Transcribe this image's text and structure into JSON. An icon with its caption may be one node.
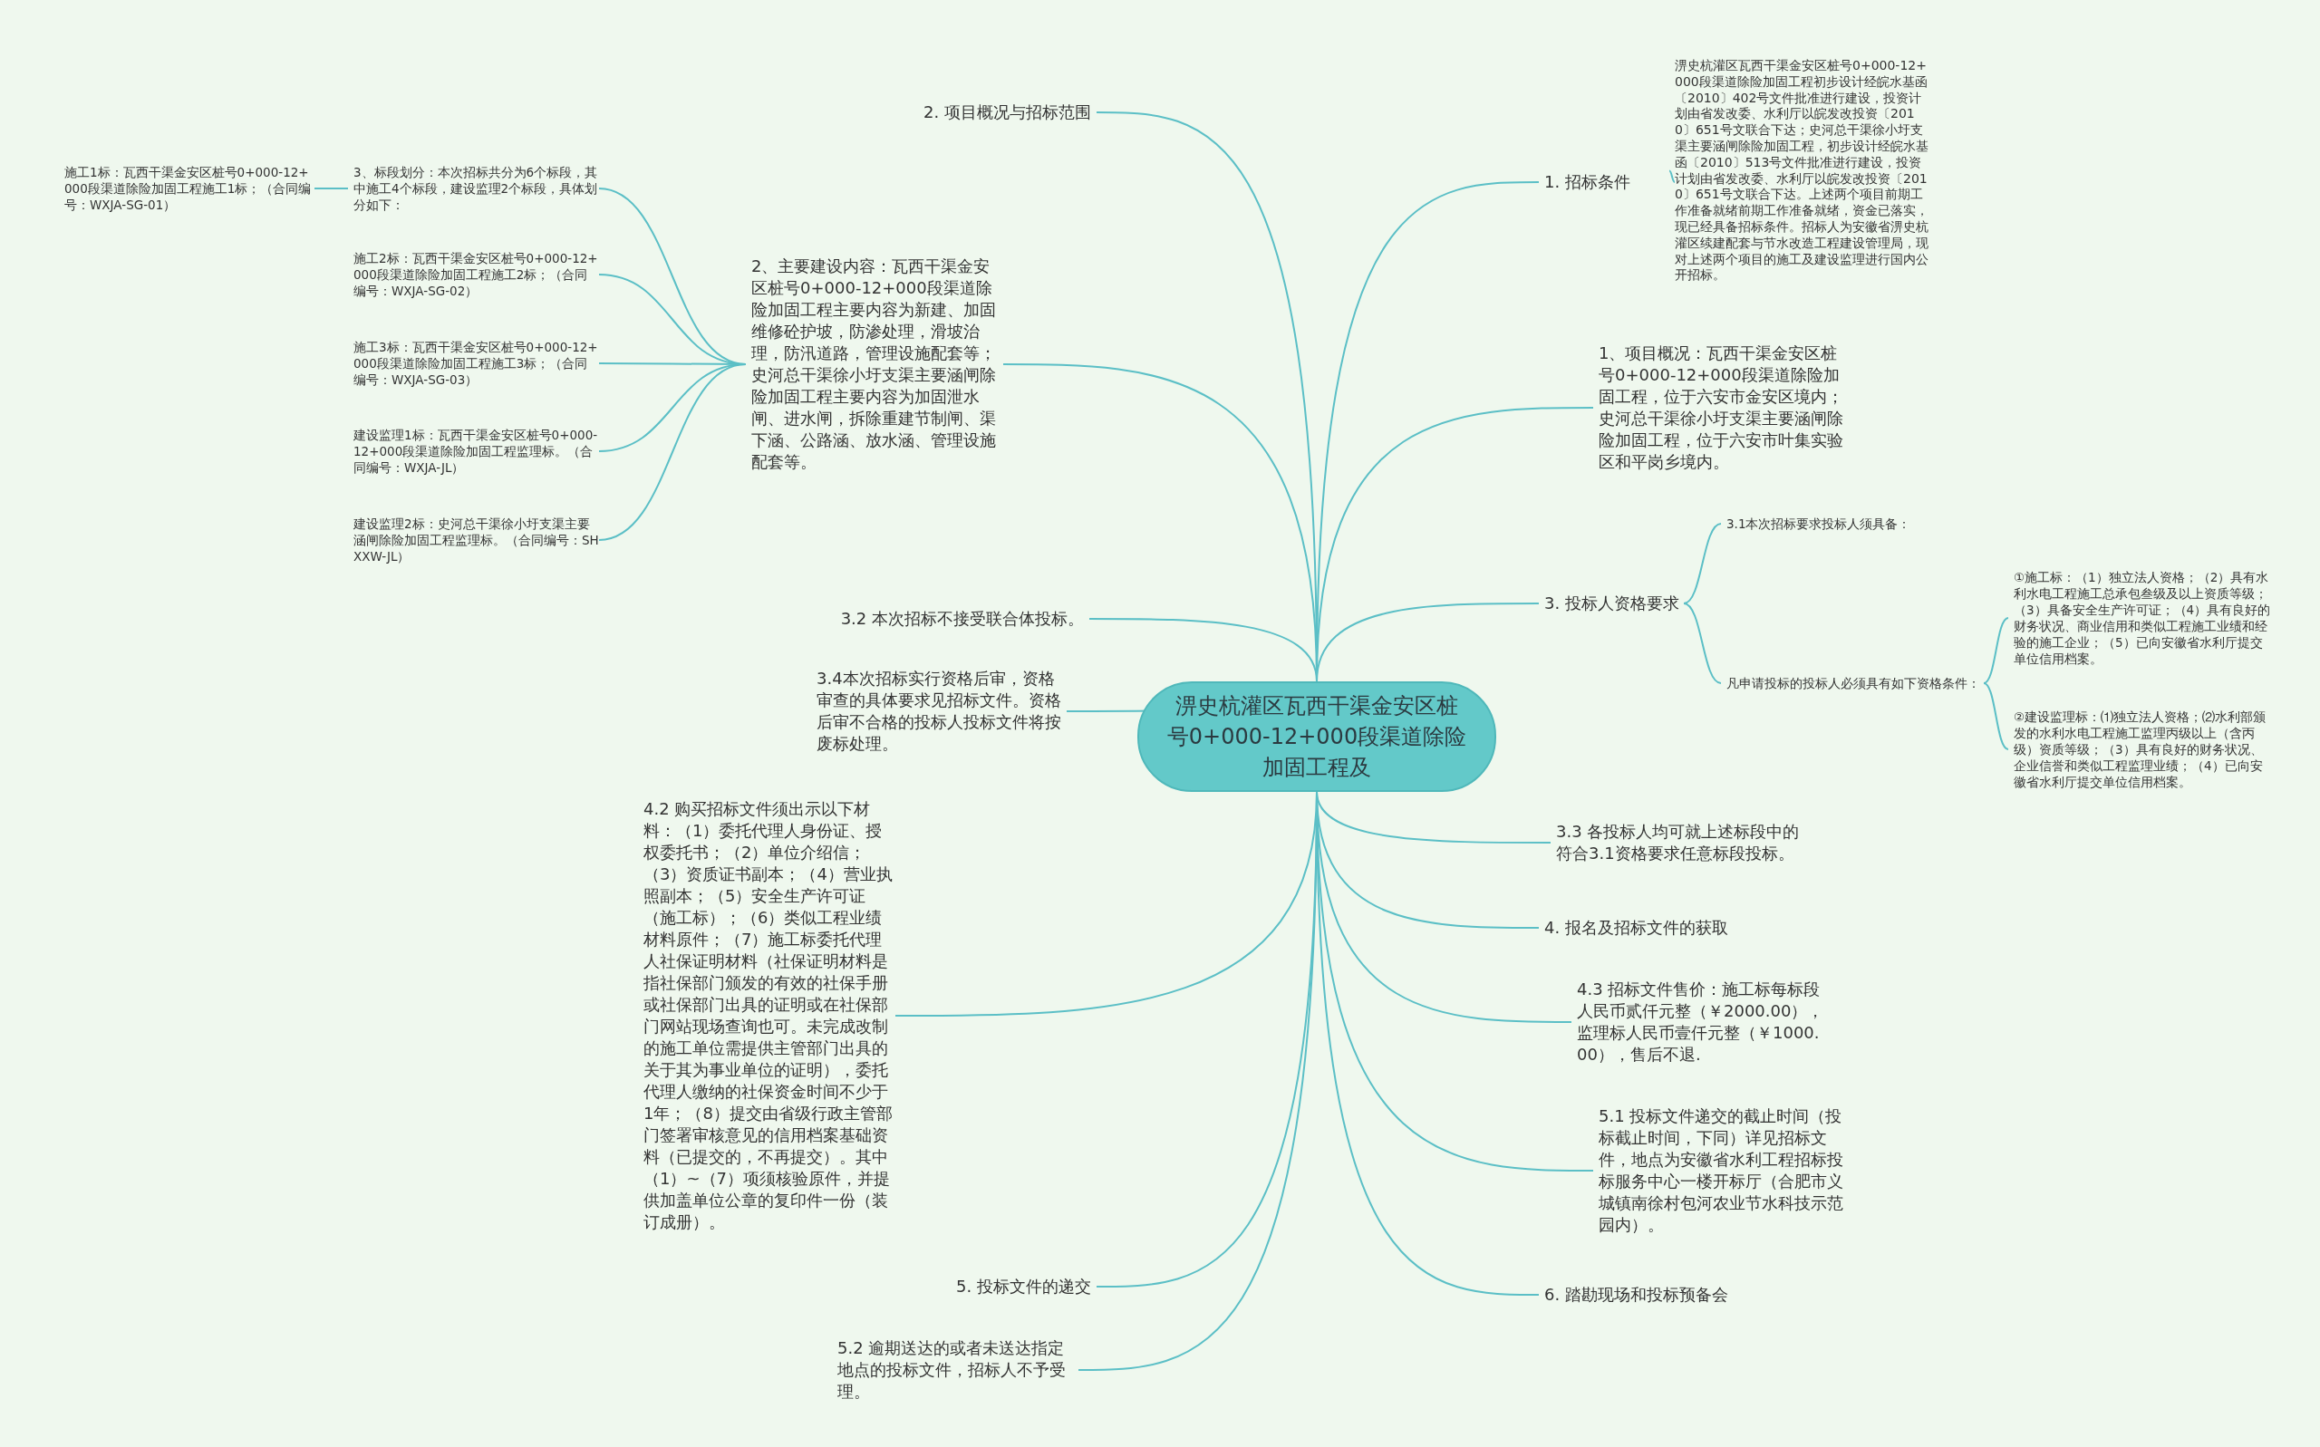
{
  "diagram": {
    "nodes": [
      {
        "text": [
          "淠史杭灌区瓦西干渠金安区桩号0+000-12+000段渠道除险加固工程及"
        ]
      },
      {
        "text": [
          "1. 招标条件"
        ]
      },
      {
        "text": [
          "淠史杭灌区瓦西干渠金安区桩号0+000-12+000段渠道除险加固工程初步设计经皖水基函〔2010〕402号文件批准进行建设，投资计划由省发改委、水利厅以皖发改投资〔2010〕651号文联合下达；史河总干渠徐小圩支渠主要涵闸除险加固工程，初步设计经皖水基函〔2010〕513号文件批准进行建设，投资计划由省发改委、水利厅以皖发改投资〔2010〕651号文联合下达。上述两个项目前期工作准备就绪前期工作准备就绪，资金已落实，现已经具备招标条件。招标人为安徽省淠史杭灌区续建配套与节水改造工程建设管理局，现对上述两个项目的施工及建设监理进行国内公开招标。"
        ]
      },
      {
        "text": [
          "1、项目概况：瓦西干渠金安区桩号0+000-12+000段渠道除险加固工程，位于六安市金安区境内；史河总干渠徐小圩支渠主要涵闸除险加固工程，位于六安市叶集实验区和平岗乡境内。"
        ]
      },
      {
        "text": [
          "3. 投标人资格要求"
        ]
      },
      {
        "text": [
          "3.1本次招标要求投标人须具备："
        ]
      },
      {
        "text": [
          "凡申请投标的投标人必须具有如下资格条件："
        ]
      },
      {
        "text": [
          "①施工标：（1）独立法人资格；（2）具有水利水电工程施工总承包叁级及以上资质等级；（3）具备安全生产许可证；（4）具有良好的财务状况、商业信用和类似工程施工业绩和经验的施工企业；（5）已向安徽省水利厅提交单位信用档案。"
        ]
      },
      {
        "text": [
          "②建设监理标：⑴独立法人资格；⑵水利部颁发的水利水电工程施工监理丙级以上（含丙级）资质等级；（3）具有良好的财务状况、企业信誉和类似工程监理业绩；（4）已向安徽省水利厅提交单位信用档案。"
        ]
      },
      {
        "text": [
          "3.3 各投标人均可就上述标段中的符合3.1资格要求任意标段投标。"
        ]
      },
      {
        "text": [
          "4. 报名及招标文件的获取"
        ]
      },
      {
        "text": [
          "4.3 招标文件售价：施工标每标段人民币贰仟元整（￥2000.00），监理标人民币壹仟元整（￥1000.00），售后不退."
        ]
      },
      {
        "text": [
          "5.1 投标文件递交的截止时间（投标截止时间，下同）详见招标文件，地点为安徽省水利工程招标投标服务中心一楼开标厅（合肥市义城镇南徐村包河农业节水科技示范园内）。"
        ]
      },
      {
        "text": [
          "6. 踏勘现场和投标预备会"
        ]
      },
      {
        "text": [
          "2. 项目概况与招标范围"
        ]
      },
      {
        "text": [
          "3、标段划分：本次招标共分为6个标段，其中施工4个标段，建设监理2个标段，具体划分如下："
        ]
      },
      {
        "text": [
          "施工1标：瓦西干渠金安区桩号0+000-12+000段渠道除险加固工程施工1标；（合同编号：WXJA-SG-01）"
        ]
      },
      {
        "text": [
          "施工2标：瓦西干渠金安区桩号0+000-12+000段渠道除险加固工程施工2标；（合同编号：WXJA-SG-02）"
        ]
      },
      {
        "text": [
          "施工3标：瓦西干渠金安区桩号0+000-12+000段渠道除险加固工程施工3标；（合同编号：WXJA-SG-03）"
        ]
      },
      {
        "text": [
          "建设监理1标：瓦西干渠金安区桩号0+000-12+000段渠道除险加固工程监理标。（合同编号：WXJA-JL）"
        ]
      },
      {
        "text": [
          "建设监理2标：史河总干渠徐小圩支渠主要涵闸除险加固工程监理标。（合同编号：SHXXW-JL）"
        ]
      },
      {
        "text": [
          "2、主要建设内容：瓦西干渠金安区桩号0+000-12+000段渠道除险加固工程主要内容为新建、加固维修砼护坡，防渗处理，滑坡治理，防汛道路，管理设施配套等；史河总干渠徐小圩支渠主要涵闸除险加固工程主要内容为加固泄水闸、进水闸，拆除重建节制闸、渠下涵、公路涵、放水涵、管理设施配套等。"
        ]
      },
      {
        "text": [
          "3.2 本次招标不接受联合体投标。"
        ]
      },
      {
        "text": [
          "3.4本次招标实行资格后审，资格审查的具体要求见招标文件。资格后审不合格的投标人投标文件将按废标处理。"
        ]
      },
      {
        "text": [
          "4.2 购买招标文件须出示以下材料：（1）委托代理人身份证、授权委托书；（2）单位介绍信；（3）资质证书副本；（4）营业执照副本；（5）安全生产许可证（施工标）；（6）类似工程业绩材料原件；（7）施工标委托代理人社保证明材料（社保证明材料是指社保部门颁发的有效的社保手册或社保部门出具的证明或在社保部门网站现场查询也可。未完成改制的施工单位需提供主管部门出具的关于其为事业单位的证明），委托代理人缴纳的社保资金时间不少于1年；（8）提交由省级行政主管部门签署审核意见的信用档案基础资料（已提交的，不再提交）。其中（1）~（7）项须核验原件，并提供加盖单位公章的复印件一份（装订成册）。"
        ]
      },
      {
        "text": [
          "5. 投标文件的递交"
        ]
      },
      {
        "text": [
          "5.2 逾期送达的或者未送达指定地点的投标文件，招标人不予受理。"
        ]
      }
    ],
    "edges": [
      {
        "from": 0,
        "to": 1,
        "arrow": "none"
      },
      {
        "from": 1,
        "to": 2,
        "arrow": "none"
      },
      {
        "from": 0,
        "to": 3,
        "arrow": "none"
      },
      {
        "from": 0,
        "to": 4,
        "arrow": "none"
      },
      {
        "from": 4,
        "to": 5,
        "arrow": "none"
      },
      {
        "from": 4,
        "to": 6,
        "arrow": "none"
      },
      {
        "from": 6,
        "to": 7,
        "arrow": "none"
      },
      {
        "from": 6,
        "to": 8,
        "arrow": "none"
      },
      {
        "from": 0,
        "to": 9,
        "arrow": "none"
      },
      {
        "from": 0,
        "to": 10,
        "arrow": "none"
      },
      {
        "from": 0,
        "to": 11,
        "arrow": "none"
      },
      {
        "from": 0,
        "to": 12,
        "arrow": "none"
      },
      {
        "from": 0,
        "to": 13,
        "arrow": "none"
      },
      {
        "from": 0,
        "to": 14,
        "arrow": "none"
      },
      {
        "from": 21,
        "to": 15,
        "arrow": "none"
      },
      {
        "from": 15,
        "to": 16,
        "arrow": "none"
      },
      {
        "from": 21,
        "to": 17,
        "arrow": "none"
      },
      {
        "from": 21,
        "to": 18,
        "arrow": "none"
      },
      {
        "from": 21,
        "to": 19,
        "arrow": "none"
      },
      {
        "from": 21,
        "to": 20,
        "arrow": "none"
      },
      {
        "from": 0,
        "to": 21,
        "arrow": "none"
      },
      {
        "from": 0,
        "to": 22,
        "arrow": "none"
      },
      {
        "from": 0,
        "to": 23,
        "arrow": "none"
      },
      {
        "from": 0,
        "to": 24,
        "arrow": "none"
      },
      {
        "from": 0,
        "to": 25,
        "arrow": "none"
      },
      {
        "from": 0,
        "to": 26,
        "arrow": "none"
      }
    ]
  }
}
